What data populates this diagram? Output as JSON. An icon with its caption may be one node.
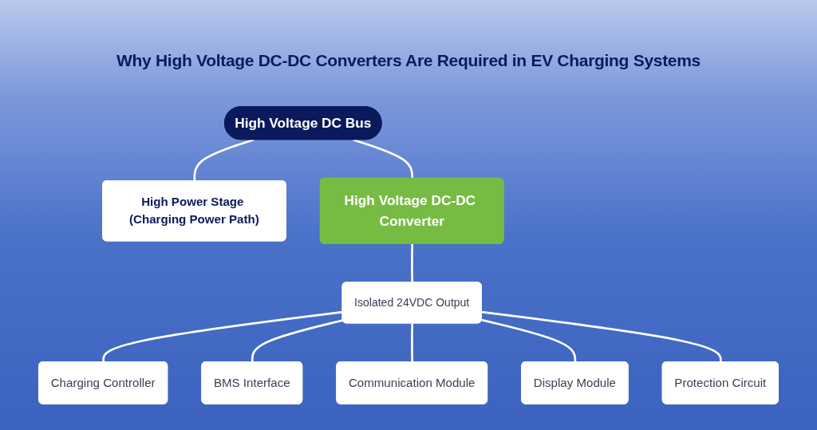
{
  "diagram": {
    "title": "Why High Voltage DC-DC Converters Are Required in EV Charging Systems",
    "nodes": [
      {
        "text": [
          "High Voltage DC Bus"
        ]
      },
      {
        "text": [
          "High Power Stage (Charging Power Path)"
        ]
      },
      {
        "text": [
          "High Voltage DC-DC Converter"
        ]
      },
      {
        "text": [
          "Isolated 24VDC Output"
        ]
      },
      {
        "text": [
          "Charging Controller"
        ]
      },
      {
        "text": [
          "BMS Interface"
        ]
      },
      {
        "text": [
          "Communication Module"
        ]
      },
      {
        "text": [
          "Display Module"
        ]
      },
      {
        "text": [
          "Protection Circuit"
        ]
      }
    ],
    "edges": [
      {
        "from": 0,
        "to": 1,
        "arrow": "none"
      },
      {
        "from": 0,
        "to": 2,
        "arrow": "none"
      },
      {
        "from": 2,
        "to": 3,
        "arrow": "none"
      },
      {
        "from": 3,
        "to": 4,
        "arrow": "none"
      },
      {
        "from": 3,
        "to": 5,
        "arrow": "none"
      },
      {
        "from": 3,
        "to": 6,
        "arrow": "none"
      },
      {
        "from": 3,
        "to": 7,
        "arrow": "none"
      },
      {
        "from": 3,
        "to": 8,
        "arrow": "none"
      }
    ]
  }
}
